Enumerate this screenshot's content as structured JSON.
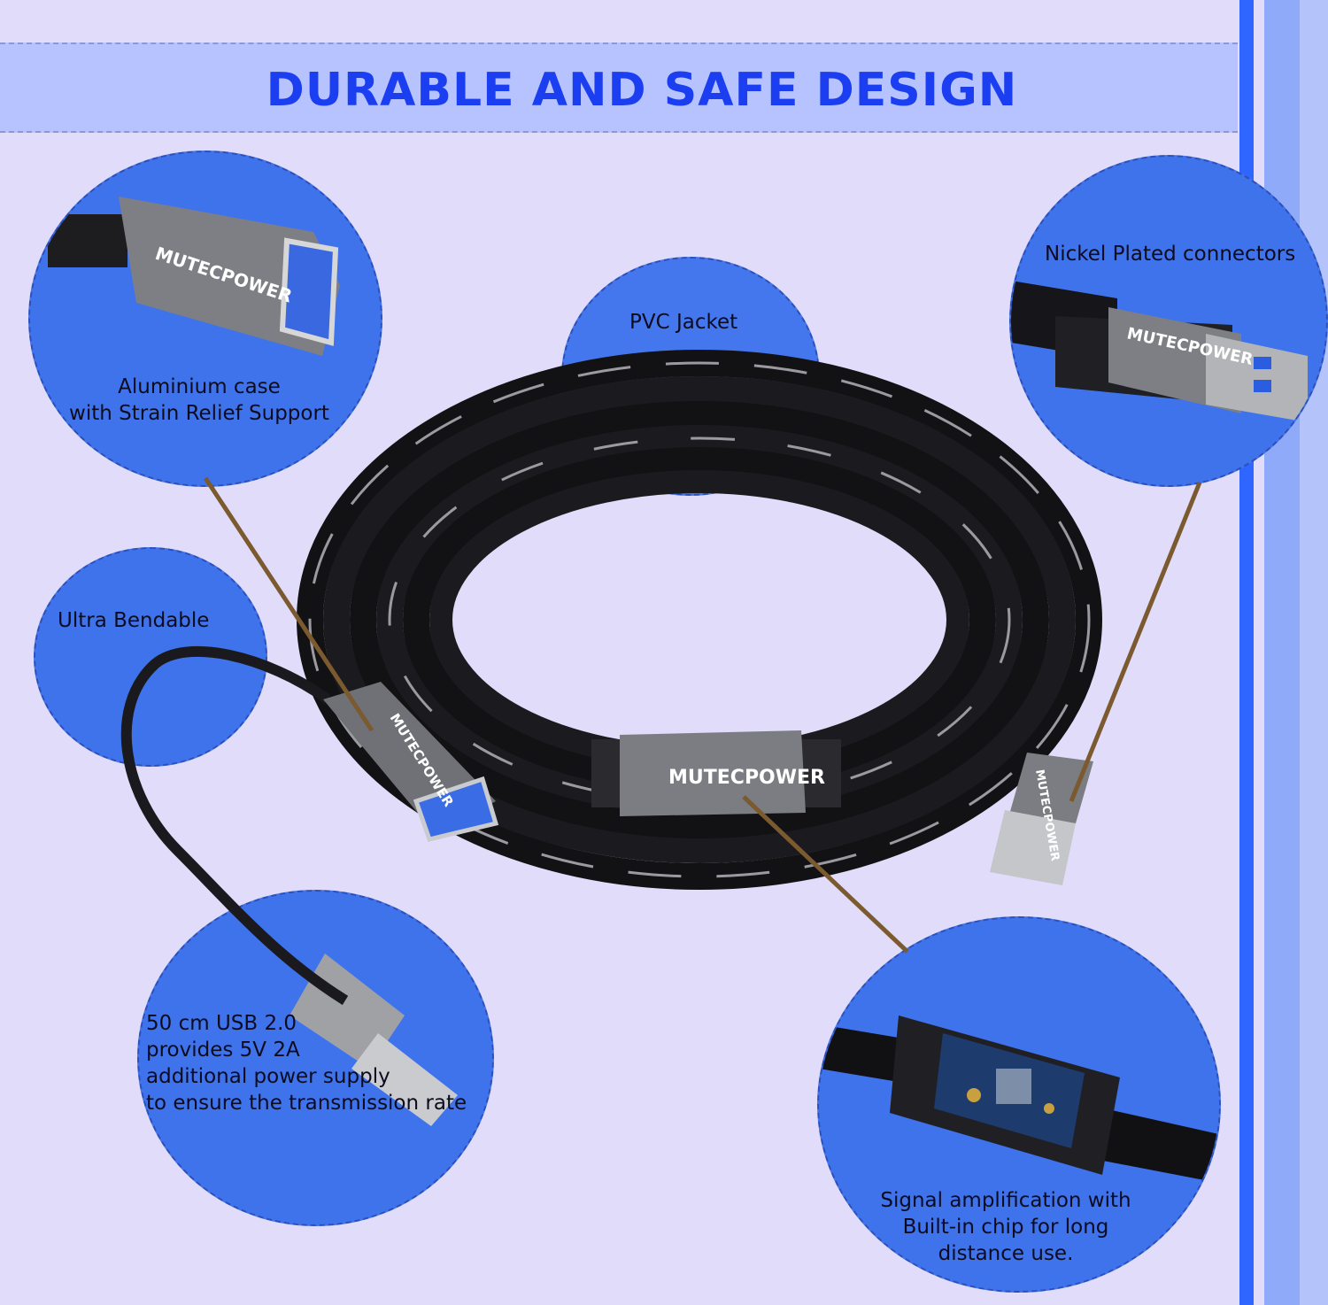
{
  "banner": {
    "title": "DURABLE AND SAFE DESIGN"
  },
  "features": {
    "aluminium_line1": "Aluminium case",
    "aluminium_line2": "with Strain Relief Support",
    "pvc": "PVC Jacket",
    "nickel": "Nickel Plated connectors",
    "bendable": "Ultra Bendable",
    "usb2_line1": "50 cm USB 2.0",
    "usb2_line2": "provides 5V 2A",
    "usb2_line3": "additional power supply",
    "usb2_line4": "to ensure the transmission rate",
    "signal_line1": "Signal amplification with",
    "signal_line2": "Built-in chip for long",
    "signal_line3": "distance use."
  },
  "brand": {
    "logo_text": "MUTECPOWER"
  },
  "colors": {
    "background": "#e0dcf9",
    "banner": "#b7c3ff",
    "title": "#1a3ef0",
    "circle": "#3f73ec",
    "stripe": "#2f66ff",
    "leader_line": "#7a5a2e"
  }
}
